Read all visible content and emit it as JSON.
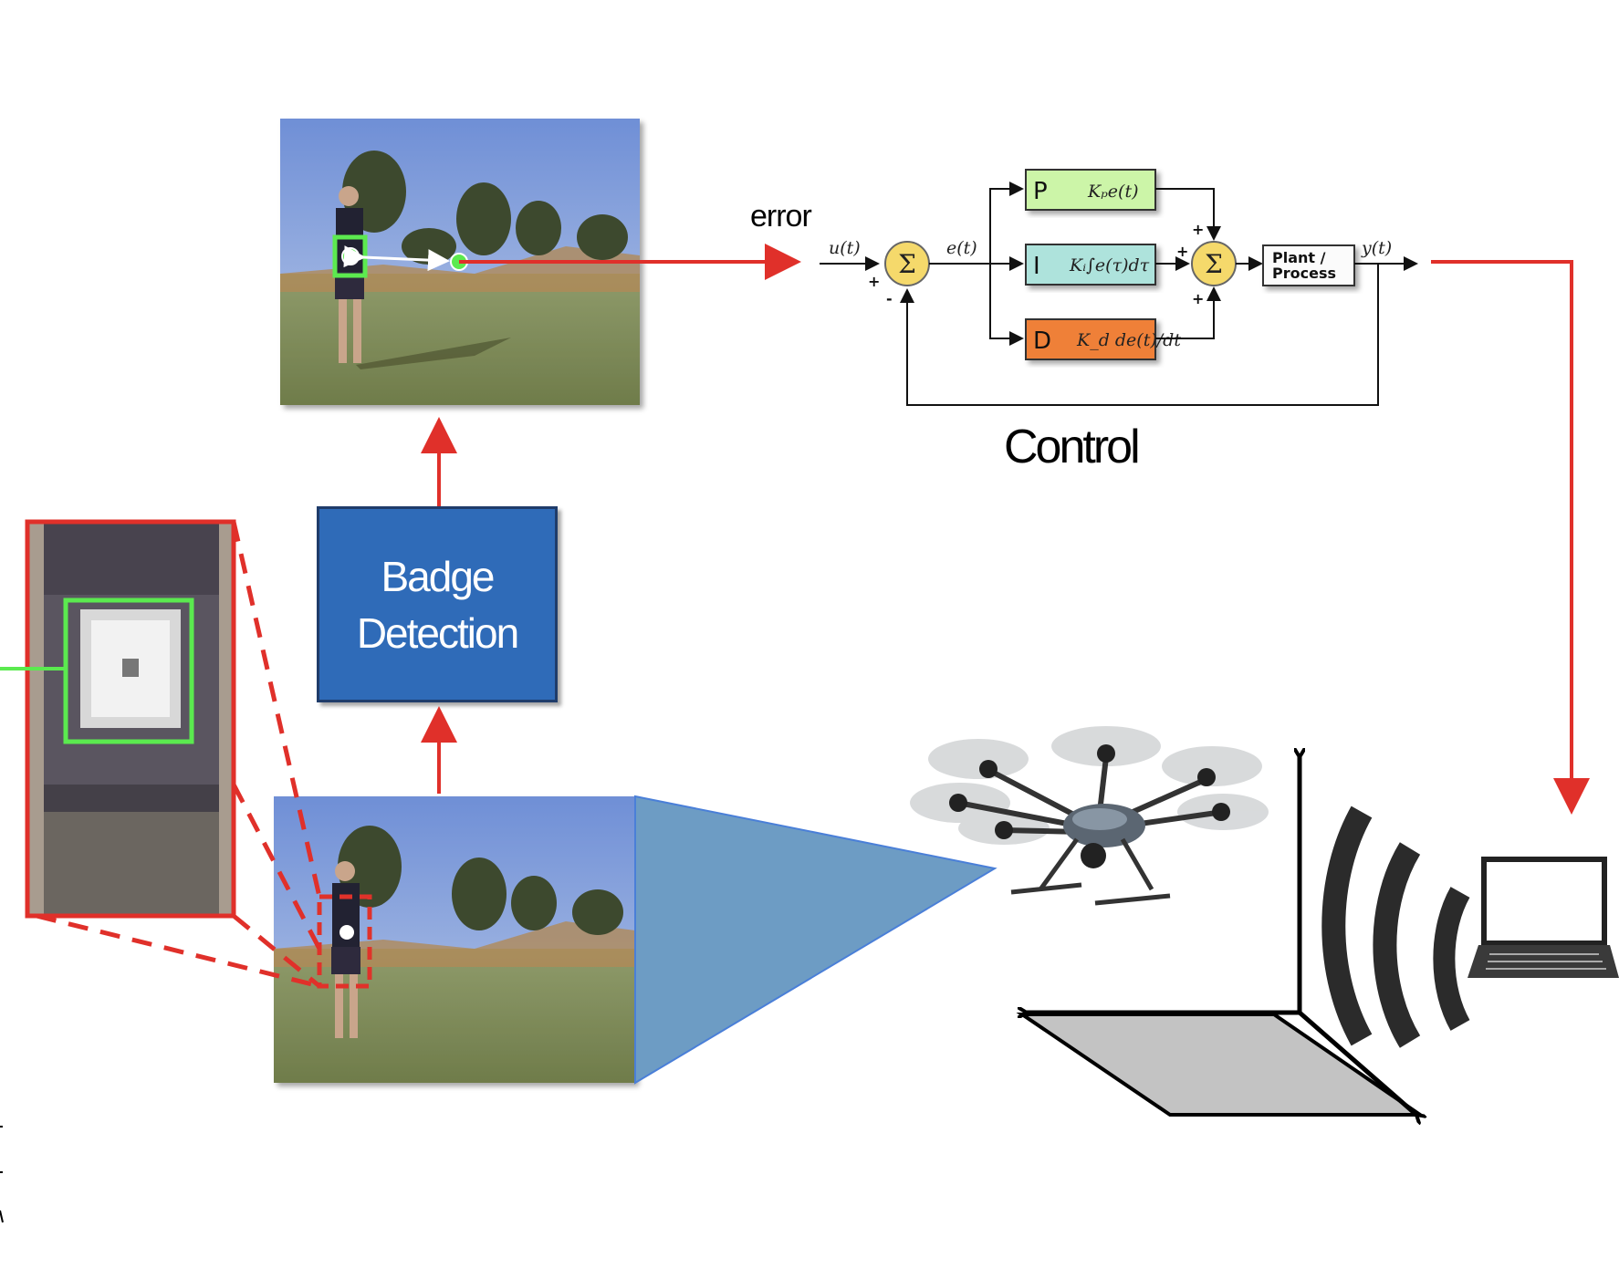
{
  "badge_detection": {
    "line1": "Badge",
    "line2": "Detection"
  },
  "labels": {
    "error": "error",
    "control": "Control"
  },
  "pid": {
    "input_signal": "u(t)",
    "error_signal": "e(t)",
    "output_signal": "y(t)",
    "p_letter": "P",
    "p_term": "Kₚe(t)",
    "i_letter": "I",
    "i_term": "Kᵢ∫e(τ)dτ",
    "d_letter": "D",
    "d_term": "K_d de(t)/dt",
    "sum_symbol": "Σ",
    "plant_line1": "Plant /",
    "plant_line2": "Process",
    "plus": "+",
    "minus": "-"
  },
  "colors": {
    "arrow_red": "#e0302a",
    "badge_blue": "#2f6bb8",
    "detect_green": "#5bea4f",
    "p_block": "#ccf5a8",
    "i_block": "#aee3dc",
    "d_block": "#ef8038",
    "sum_yellow": "#f5d96b",
    "fov_blue": "#6d9cc4"
  }
}
